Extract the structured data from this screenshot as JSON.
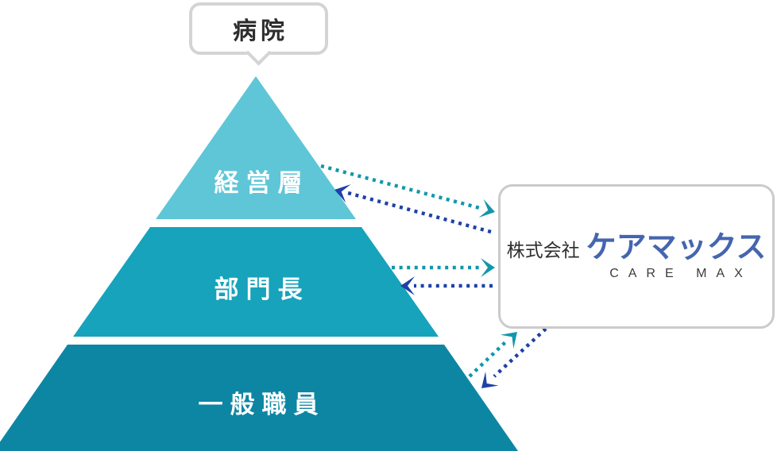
{
  "callout": {
    "label": "病院"
  },
  "pyramid": {
    "levels": [
      {
        "label": "経営層",
        "color": "#5ec6d7"
      },
      {
        "label": "部門長",
        "color": "#16a3bb"
      },
      {
        "label": "一般職員",
        "color": "#0d86a4"
      }
    ]
  },
  "company": {
    "prefix": "株式会社",
    "name_jp": "ケアマックス",
    "name_en": "CARE MAX",
    "name_color": "#4565af"
  },
  "colors": {
    "arrow_teal": "#1197ab",
    "arrow_blue": "#1d41a6"
  }
}
